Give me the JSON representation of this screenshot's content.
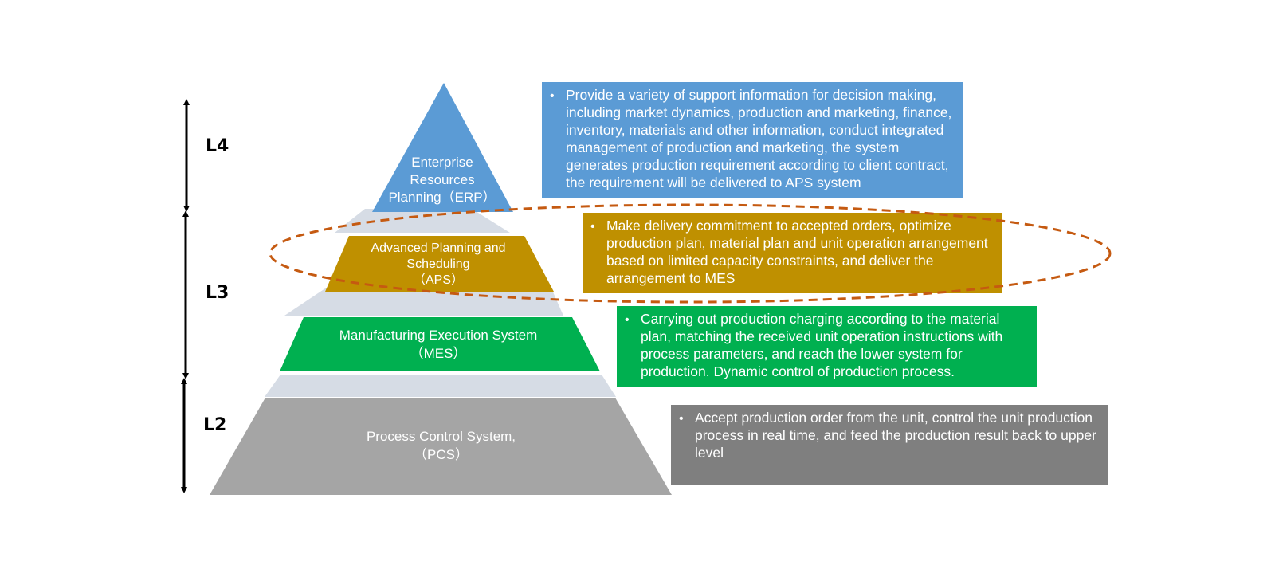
{
  "levels": {
    "l4": "L4",
    "l3": "L3",
    "l2": "L2"
  },
  "tiers": {
    "erp": {
      "label": "Enterprise\nResources\nPlanning（ERP）",
      "color": "#5b9bd5",
      "description": "Provide a variety of support information for decision making, including market dynamics, production and marketing, finance, inventory, materials and other information, conduct integrated management of production and marketing, the system generates production requirement according to client contract, the requirement will be delivered to APS system"
    },
    "aps": {
      "label": "Advanced Planning and\nScheduling\n（APS）",
      "color": "#bf9000",
      "description": "Make delivery commitment to accepted orders, optimize production plan, material plan and unit operation arrangement based on limited capacity constraints, and deliver the arrangement to MES"
    },
    "mes": {
      "label": "Manufacturing Execution System\n（MES）",
      "color": "#00b050",
      "description": "Carrying out production charging according to the material plan, matching the received unit operation instructions with process parameters, and reach the lower system for production. Dynamic control of production process."
    },
    "pcs": {
      "label": "Process Control System,\n（PCS）",
      "color": "#a5a5a5",
      "box_color": "#7f7f7f",
      "description": "Accept production order from the unit, control the unit production process in real time, and feed the production result back to upper level"
    }
  },
  "bullet_glyph": "•",
  "connector_color": "#d6dce5",
  "highlight_color": "#c55a11"
}
